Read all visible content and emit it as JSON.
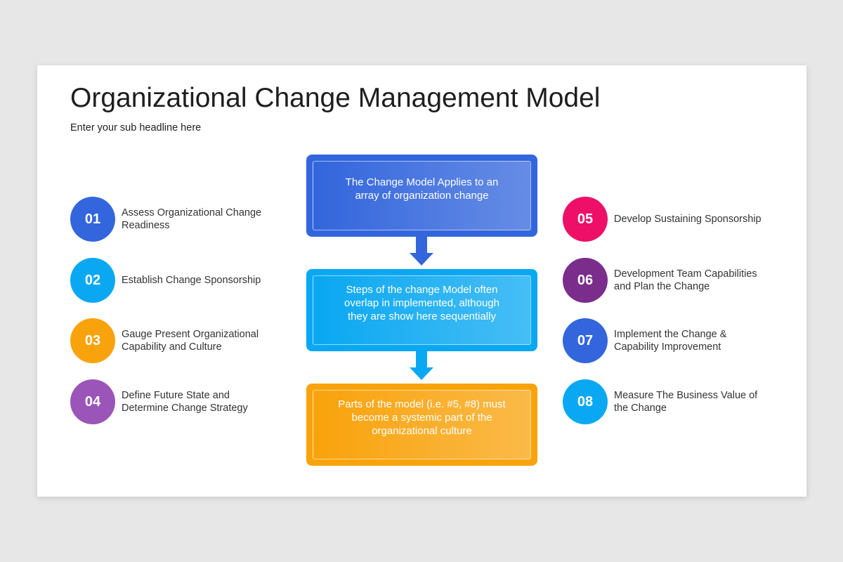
{
  "title": "Organizational Change Management Model",
  "subtitle": "Enter your sub headline here",
  "steps": [
    {
      "num": "01",
      "text": "Assess Organizational Change Readiness",
      "color": "#3366dd"
    },
    {
      "num": "02",
      "text": "Establish Change Sponsorship",
      "color": "#0aa8f2"
    },
    {
      "num": "03",
      "text": "Gauge Present Organizational Capability and Culture",
      "color": "#f9a30c"
    },
    {
      "num": "04",
      "text": "Define Future State and Determine Change Strategy",
      "color": "#9b55b8"
    },
    {
      "num": "05",
      "text": "Develop Sustaining Sponsorship",
      "color": "#ee0f68"
    },
    {
      "num": "06",
      "text": "Development Team Capabilities and Plan the Change",
      "color": "#7a2d8a"
    },
    {
      "num": "07",
      "text": "Implement the Change & Capability Improvement",
      "color": "#3366dd"
    },
    {
      "num": "08",
      "text": "Measure The Business Value of the Change",
      "color": "#0aa8f2"
    }
  ],
  "boxes": [
    {
      "text": "The Change Model Applies to an array of organization change",
      "color": "#3366dd"
    },
    {
      "text": "Steps of the change Model often overlap in implemented, although they are show here sequentially",
      "color": "#0aa8f2"
    },
    {
      "text": "Parts of the model (i.e. #5, #8) must become a systemic part of the organizational culture",
      "color": "#f9a30c"
    }
  ]
}
